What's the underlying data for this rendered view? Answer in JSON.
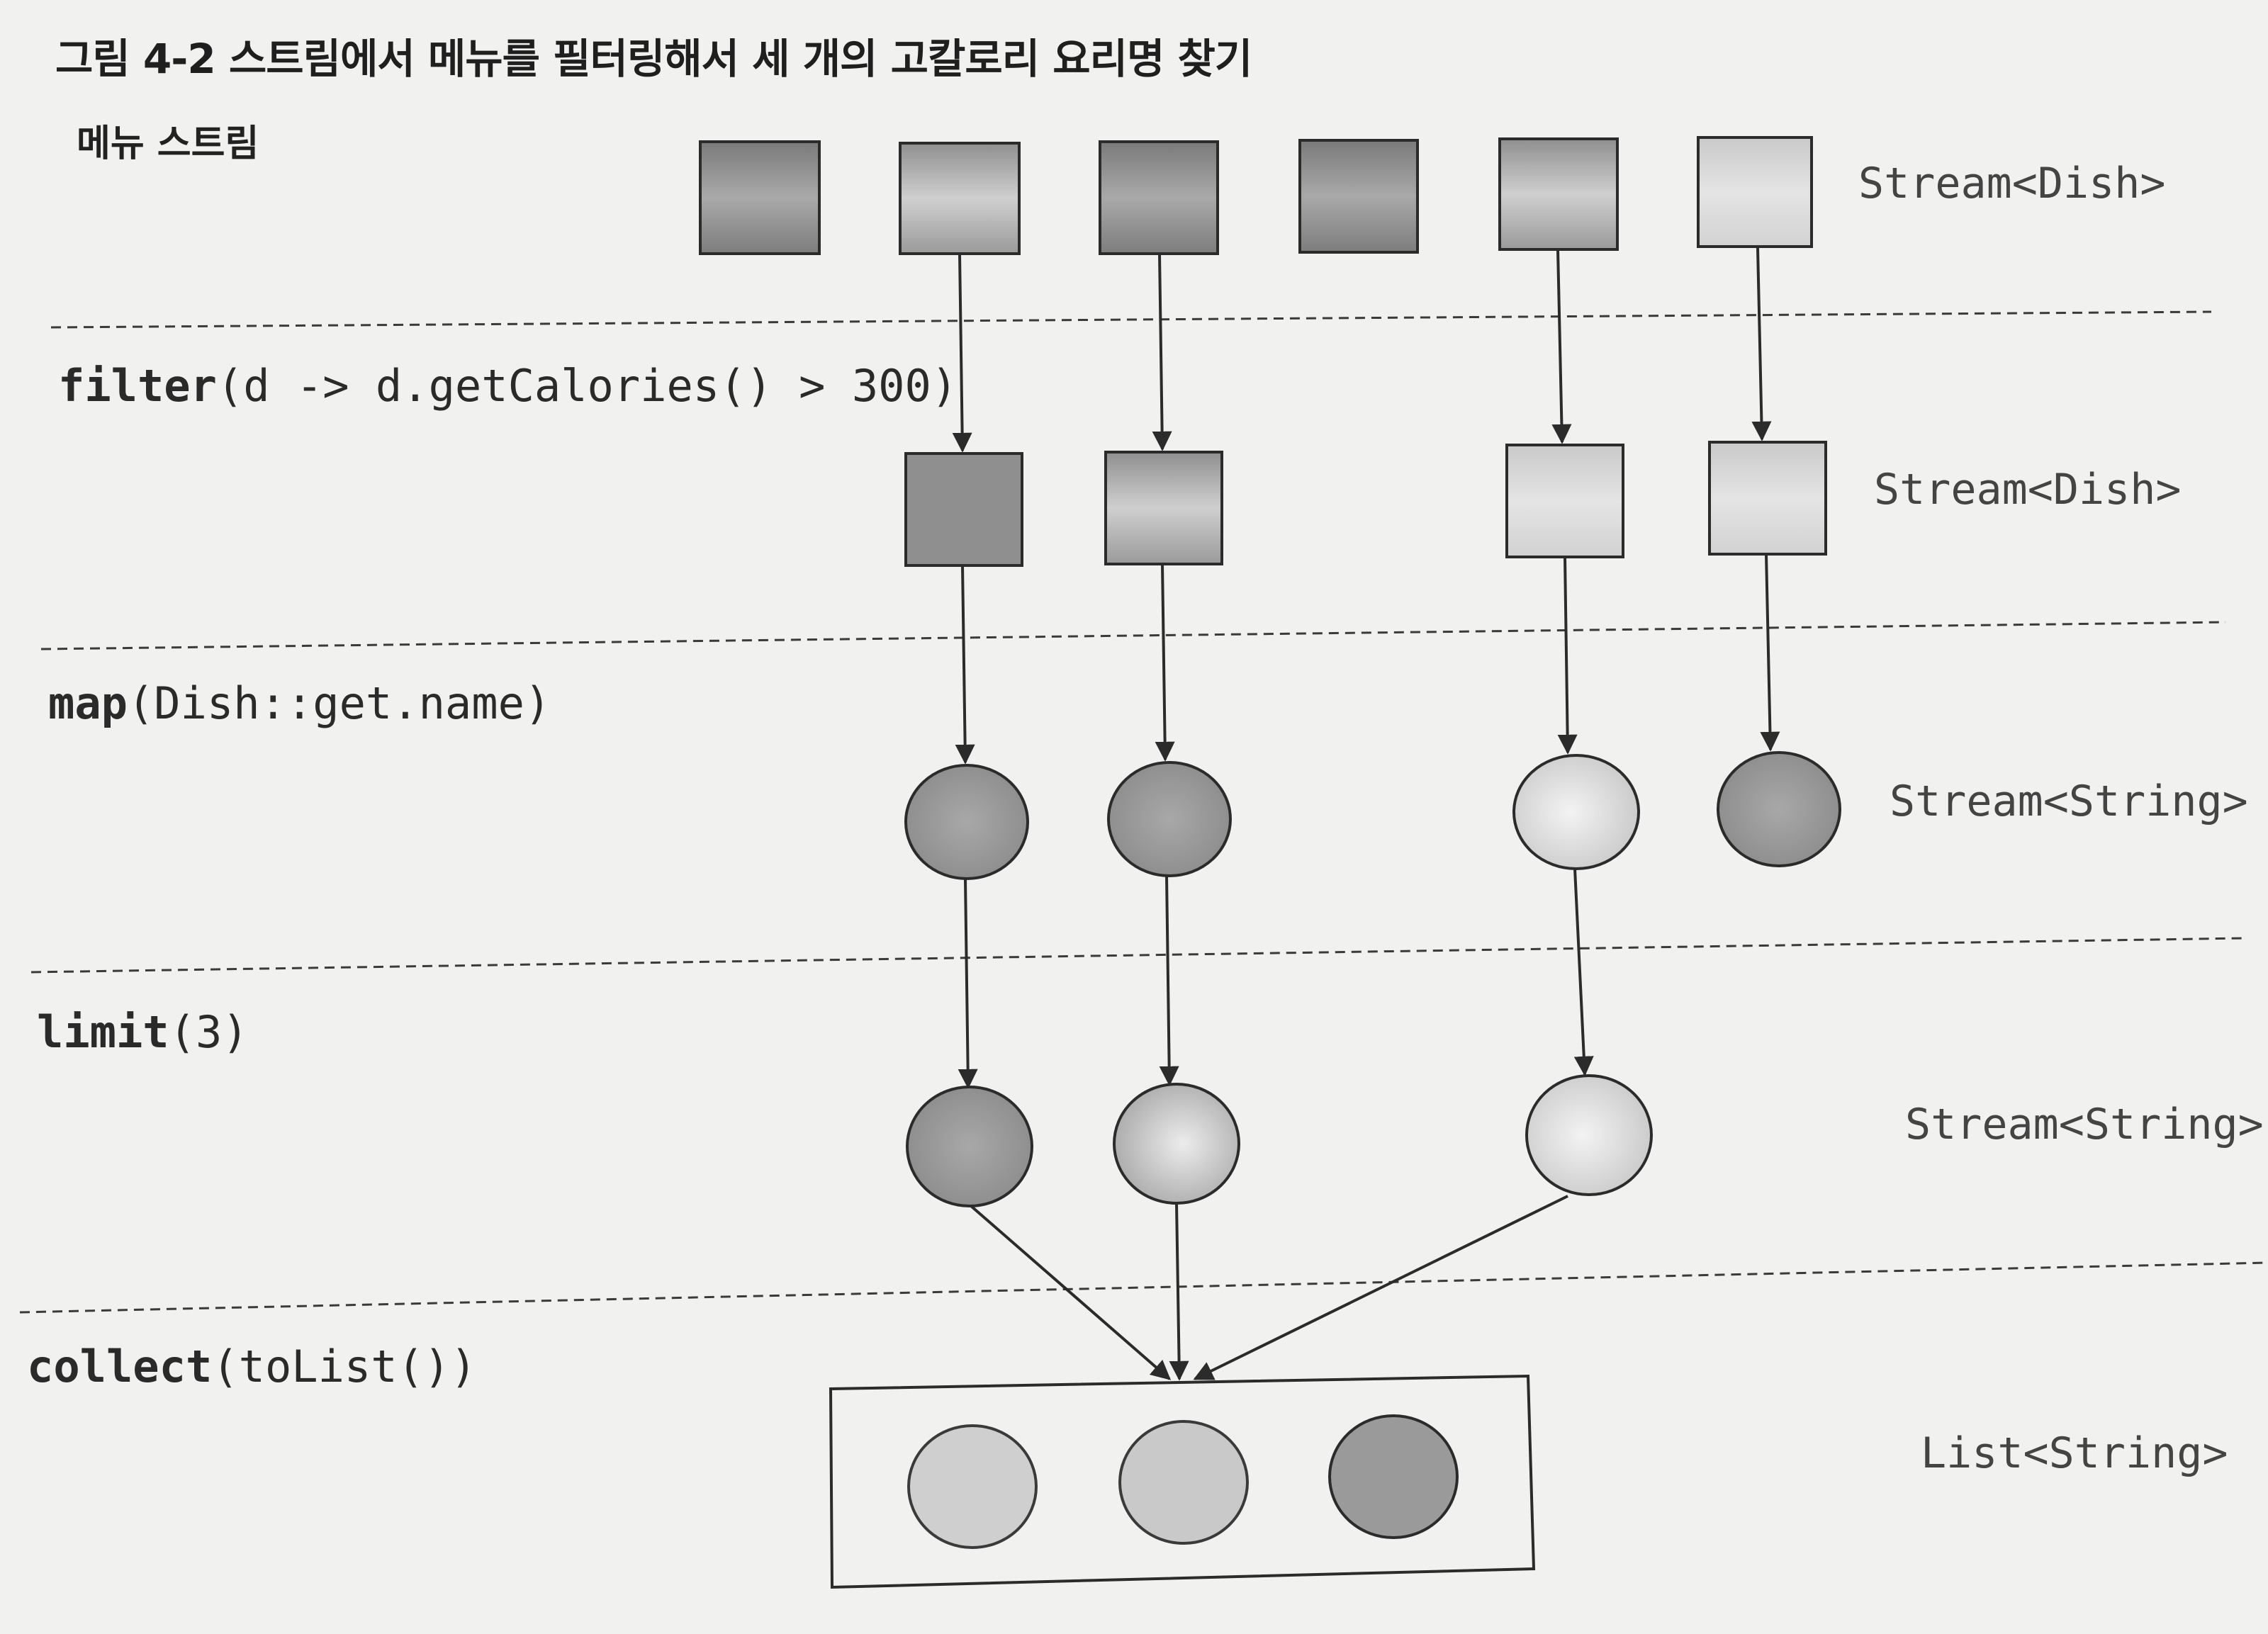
{
  "caption": "그림 4-2 스트림에서 메뉴를 필터링해서 세 개의 고칼로리 요리명 찾기",
  "source_label": "메뉴 스트림",
  "stages": [
    {
      "type_label": "Stream<Dish>"
    },
    {
      "method": "filter",
      "args": "(d -> d.getCalories() > 300)",
      "type_label": "Stream<Dish>"
    },
    {
      "method": "map",
      "args": "(Dish::get.name)",
      "type_label": "Stream<String>"
    },
    {
      "method": "limit",
      "args": "(3)",
      "type_label": "Stream<String>"
    },
    {
      "method": "collect",
      "args": "(toList())",
      "type_label": "List<String>"
    }
  ],
  "colors": {
    "dark": "#8c8c8c",
    "medium": "#b8b8b8",
    "light": "#d8d8d8",
    "result_light": "#cfcfcf",
    "result_dark": "#9a9a9a",
    "stroke": "#2b2b2b"
  }
}
